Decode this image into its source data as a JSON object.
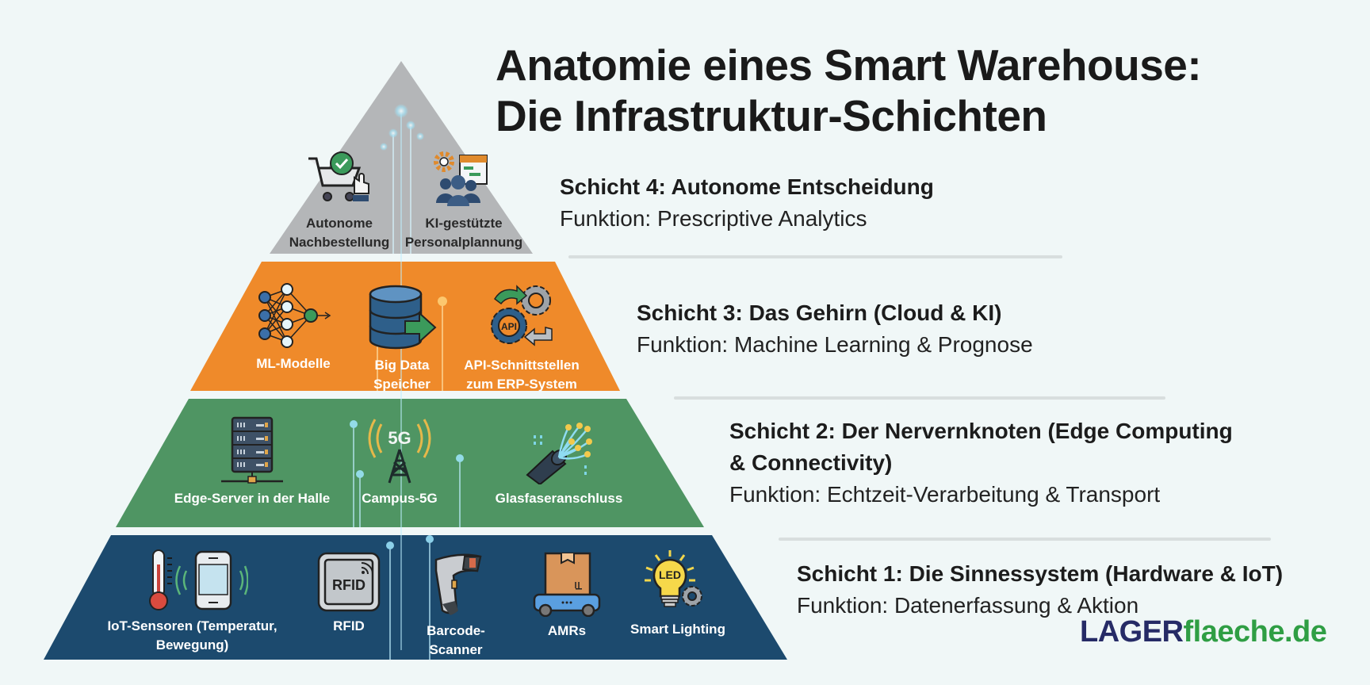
{
  "title": {
    "line1": "Anatomie eines Smart Warehouse:",
    "line2": "Die Infrastruktur-Schichten"
  },
  "colors": {
    "background": "#f0f7f7",
    "layer4": "#b4b6b8",
    "layer3": "#ef8a2a",
    "layer2": "#4f9563",
    "layer1": "#1c4a6e",
    "logo_primary": "#262b66",
    "logo_secondary": "#2f9e44"
  },
  "layers": [
    {
      "heading": "Schicht 4: Autonome Entscheidung",
      "function": "Funktion: Prescriptive Analytics",
      "items": [
        {
          "icon": "shopping-cart-check-icon",
          "label_line1": "Autonome",
          "label_line2": "Nachbestellung"
        },
        {
          "icon": "staff-planning-calendar-icon",
          "label_line1": "KI-gestützte",
          "label_line2": "Personalplannung"
        }
      ]
    },
    {
      "heading": "Schicht 3: Das Gehirn (Cloud & KI)",
      "function": "Funktion: Machine Learning & Prognose",
      "items": [
        {
          "icon": "neural-network-icon",
          "label_line1": "ML-Modelle",
          "label_line2": ""
        },
        {
          "icon": "database-icon",
          "label_line1": "Big Data",
          "label_line2": "Speicher"
        },
        {
          "icon": "api-gear-icon",
          "label_line1": "API-Schnittstellen",
          "label_line2": "zum ERP-System"
        }
      ]
    },
    {
      "heading_line1": "Schicht 2: Der Nervernknoten (Edge Computing",
      "heading_line2": "& Connectivity)",
      "function": "Funktion: Echtzeit-Verarbeitung & Transport",
      "items": [
        {
          "icon": "server-rack-icon",
          "label_line1": "Edge-Server in der Halle"
        },
        {
          "icon": "5g-tower-icon",
          "label_line1": "Campus-5G",
          "badge": "5G"
        },
        {
          "icon": "fiber-optic-icon",
          "label_line1": "Glasfaseranschluss"
        }
      ]
    },
    {
      "heading": "Schicht 1: Die Sinnessystem (Hardware & IoT)",
      "function": "Funktion: Datenerfassung & Aktion",
      "items": [
        {
          "icon": "thermometer-motion-sensor-icon",
          "label_line1": "IoT-Sensoren (Temperatur,",
          "label_line2": "Bewegung)"
        },
        {
          "icon": "rfid-tag-icon",
          "label_line1": "RFID",
          "badge": "RFID"
        },
        {
          "icon": "barcode-scanner-icon",
          "label_line1": "Barcode-",
          "label_line2": "Scanner"
        },
        {
          "icon": "amr-robot-icon",
          "label_line1": "AMRs"
        },
        {
          "icon": "smart-bulb-icon",
          "label_line1": "Smart Lighting",
          "badge": "LED"
        }
      ]
    }
  ],
  "logo": {
    "part1": "LAGER",
    "part2": "flaeche.de"
  }
}
